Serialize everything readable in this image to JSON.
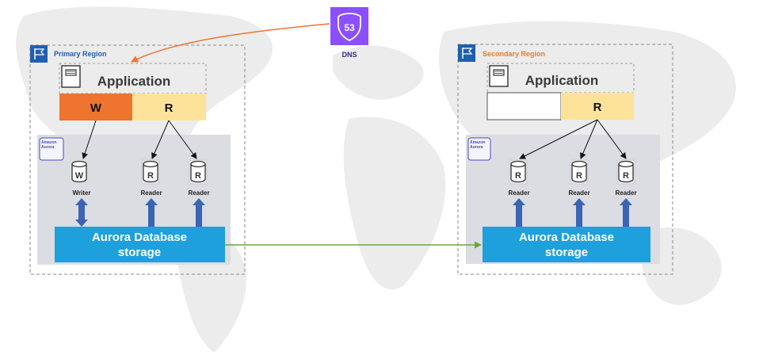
{
  "dns": {
    "label": "DNS",
    "badge_number": "53",
    "icon": "route53-shield-icon",
    "color": "#8c4fff"
  },
  "primary": {
    "region_label": "Primary Region",
    "region_label_color": "#1f5fb0",
    "application_title": "Application",
    "write_label": "W",
    "read_label": "R",
    "aurora_badge": [
      "Amazon",
      "Aurora"
    ],
    "instances": [
      {
        "letter": "W",
        "label": "Writer"
      },
      {
        "letter": "R",
        "label": "Reader"
      },
      {
        "letter": "R",
        "label": "Reader"
      }
    ],
    "storage_line1": "Aurora Database",
    "storage_line2": "storage"
  },
  "secondary": {
    "region_label": "Secondary Region",
    "region_label_color": "#e67e22",
    "application_title": "Application",
    "read_label": "R",
    "aurora_badge": [
      "Amazon",
      "Aurora"
    ],
    "instances": [
      {
        "letter": "R",
        "label": "Reader"
      },
      {
        "letter": "R",
        "label": "Reader"
      },
      {
        "letter": "R",
        "label": "Reader"
      }
    ],
    "storage_line1": "Aurora Database",
    "storage_line2": "storage"
  },
  "colors": {
    "write": "#ee7430",
    "read": "#fde39a",
    "storage": "#1ea0dc",
    "cluster_bg": "#dcdde2",
    "replication_arrow": "#6aaa3c",
    "dns_arrow": "#ee7430",
    "io_arrow": "#3c64b4",
    "flag": "#1f5fb0"
  }
}
